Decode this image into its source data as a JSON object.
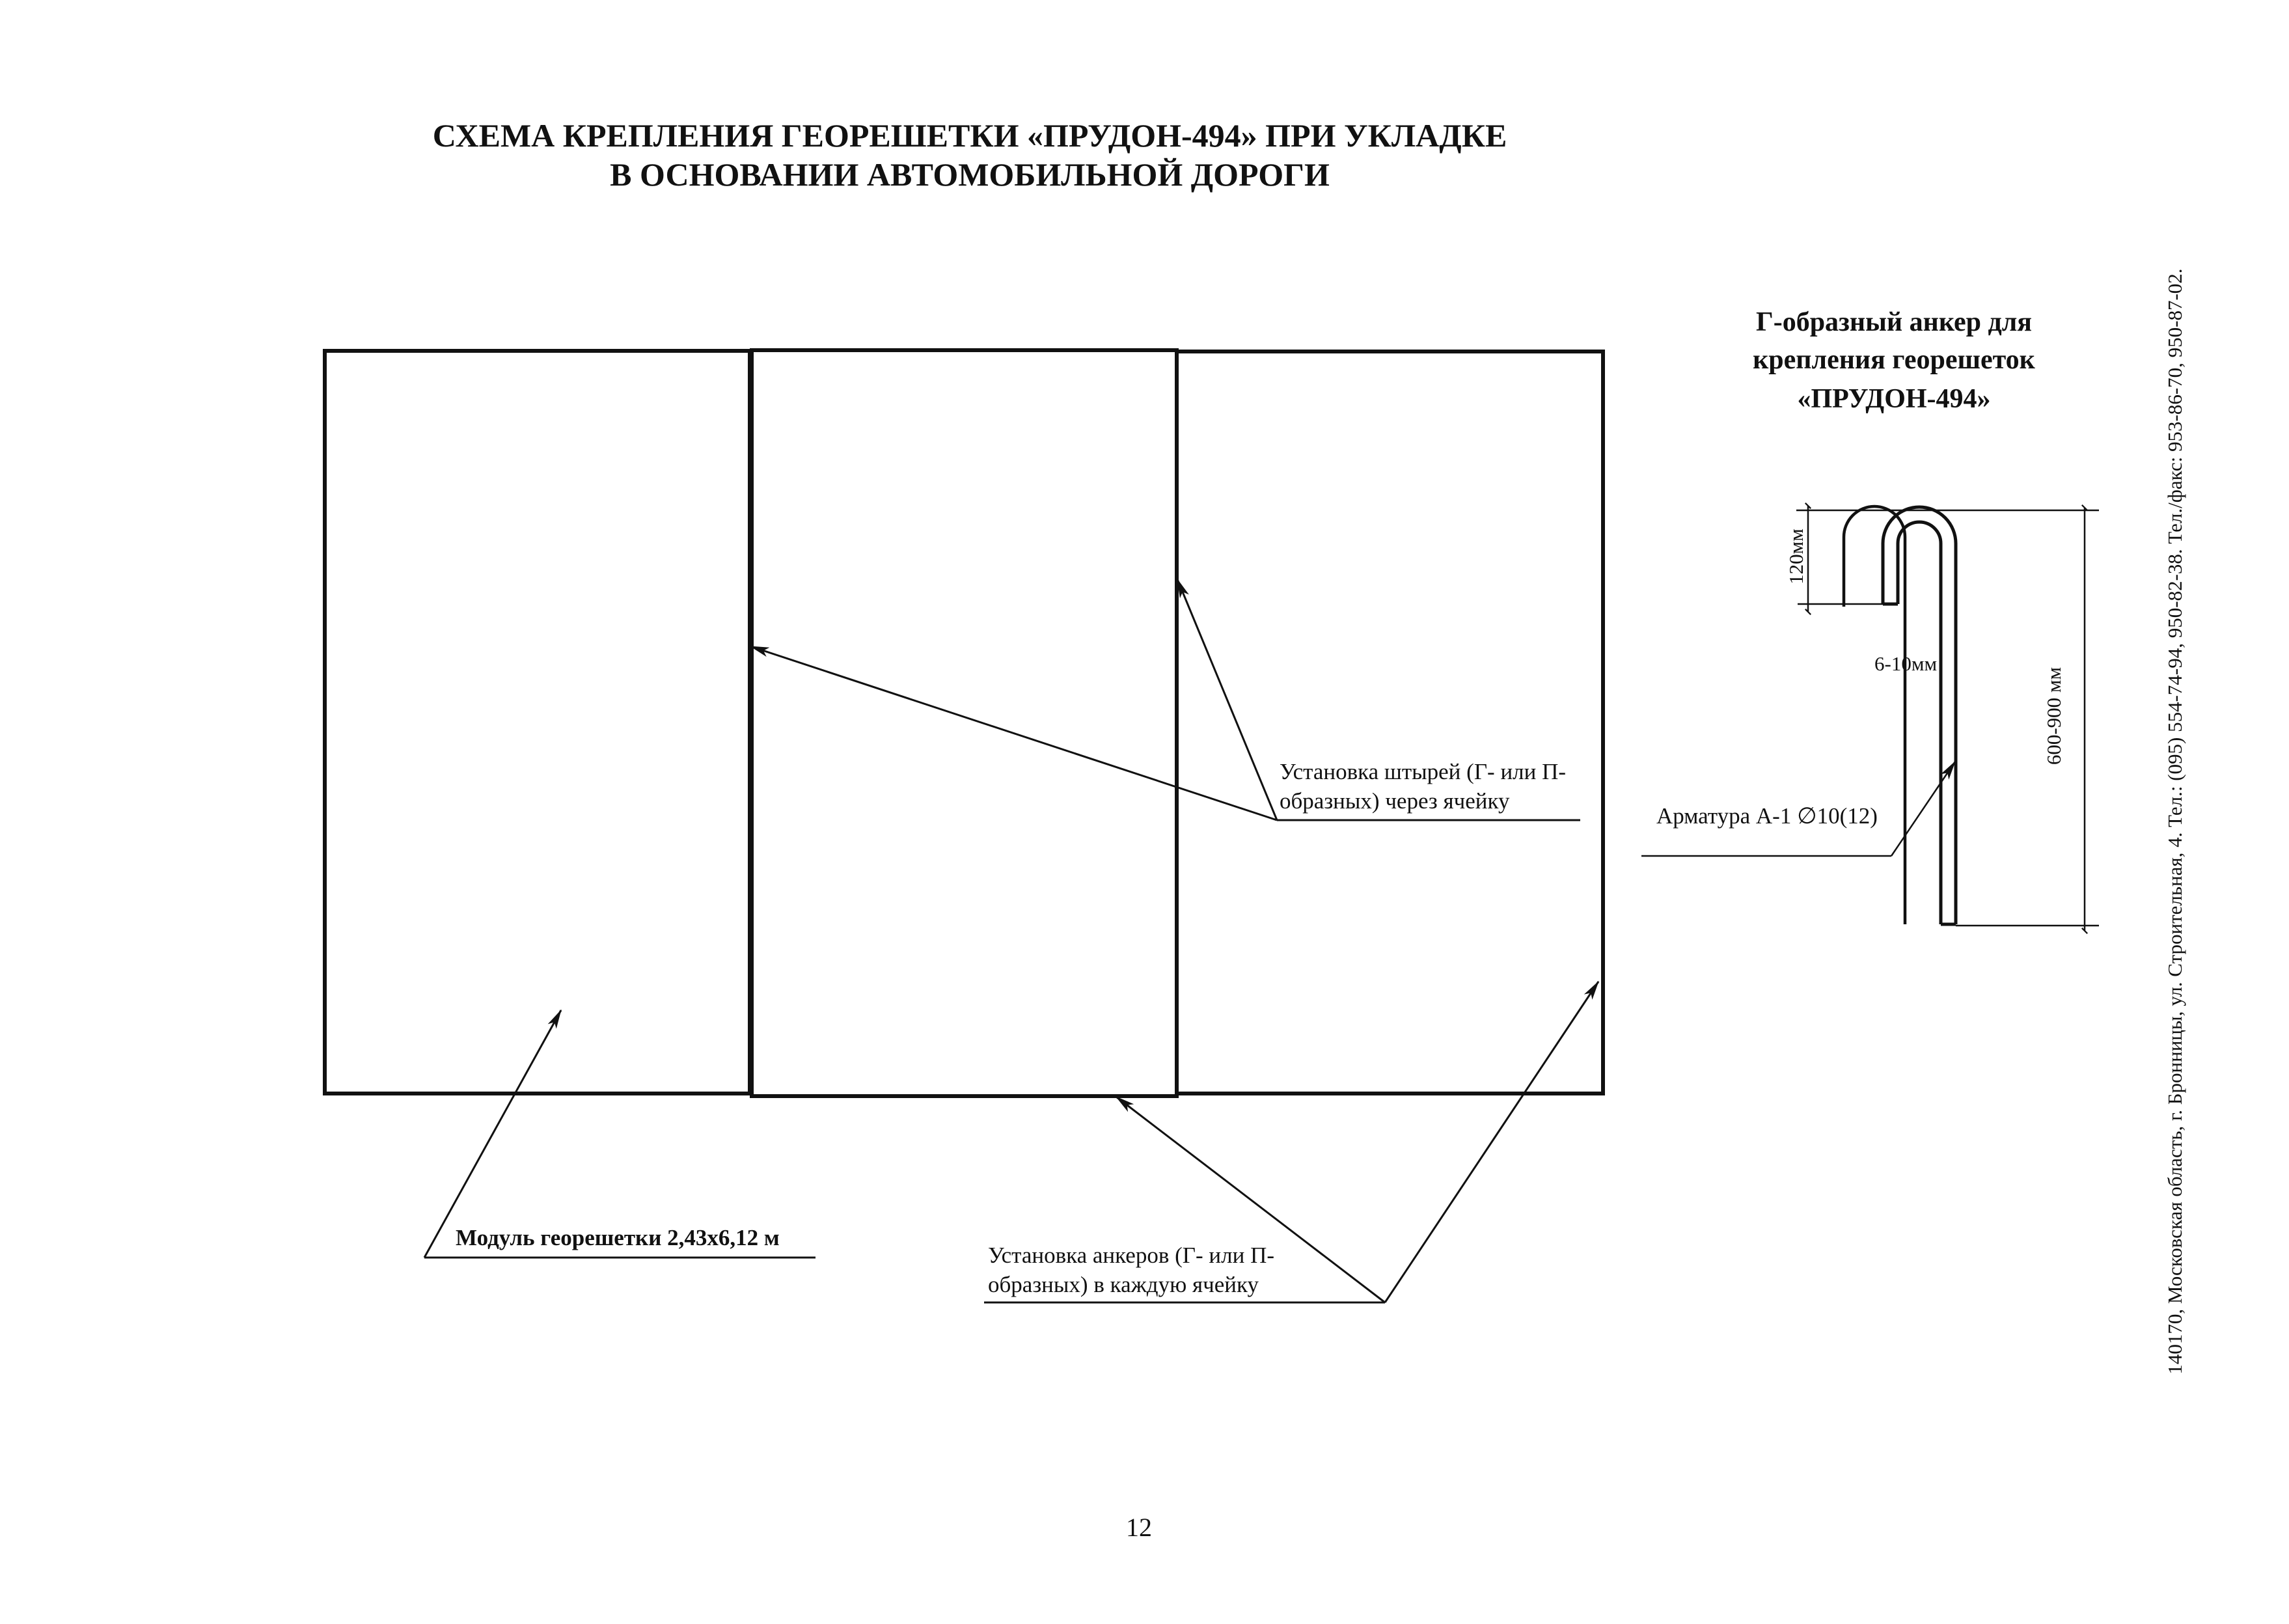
{
  "title": {
    "line1": "СХЕМА КРЕПЛЕНИЯ ГЕОРЕШЕТКИ «ПРУДОН-494» ПРИ УКЛАДКЕ",
    "line2": "В ОСНОВАНИИ АВТОМОБИЛЬНОЙ ДОРОГИ"
  },
  "diagram": {
    "label_pins": {
      "line1": "Установка штырей (Г- или П-",
      "line2": "образных) через ячейку"
    },
    "label_module": "Модуль георешетки 2,43х6,12 м",
    "label_anchors": {
      "line1": "Установка анкеров (Г- или П-",
      "line2": "образных) в каждую ячейку"
    }
  },
  "anchor_inset": {
    "title_lines": [
      "Г-образный анкер для",
      "крепления георешеток",
      "«ПРУДОН-494»"
    ],
    "dim_hook": "120мм",
    "dim_diameter": "6-10мм",
    "dim_length": "600-900 мм",
    "label_rebar": "Арматура А-1 ∅10(12)"
  },
  "side_address": "140170, Московская область, г. Бронницы, ул. Строительная, 4. Тел.: (095) 554-74-94, 950-82-38. Тел./факс: 953-86-70, 950-87-02.",
  "page_number": "12"
}
